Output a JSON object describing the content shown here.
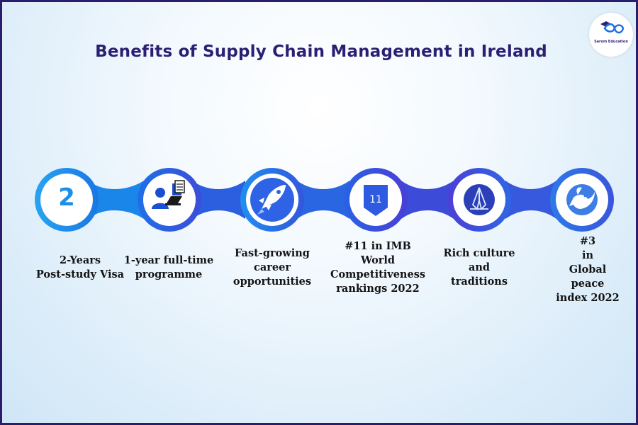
{
  "title": "Benefits of Supply Chain Management in Ireland",
  "logo": {
    "text": "Sarom Education"
  },
  "colors": {
    "title": "#2b1f73",
    "ring_light": "#1d9bf0",
    "ring_mid": "#1872e0",
    "ring_dark": "#3a4fd8",
    "ring_purple": "#4c3fd6",
    "background": "#dcedf9"
  },
  "benefits": [
    {
      "icon": "number-2-icon",
      "number": "2",
      "label": "2-Years\nPost-study Visa"
    },
    {
      "icon": "person-laptop-icon",
      "label": "1-year full-time\nprogramme"
    },
    {
      "icon": "rocket-icon",
      "label": "Fast-growing\ncareer\nopportunities"
    },
    {
      "icon": "ranking-badge-icon",
      "badge": "11",
      "label": "#11 in  IMB\nWorld\nCompetitiveness\nrankings 2022"
    },
    {
      "icon": "praying-hands-icon",
      "label": "Rich culture\nand\ntraditions"
    },
    {
      "icon": "peace-dove-icon",
      "label": "#3\nin\nGlobal\npeace\nindex 2022"
    }
  ]
}
